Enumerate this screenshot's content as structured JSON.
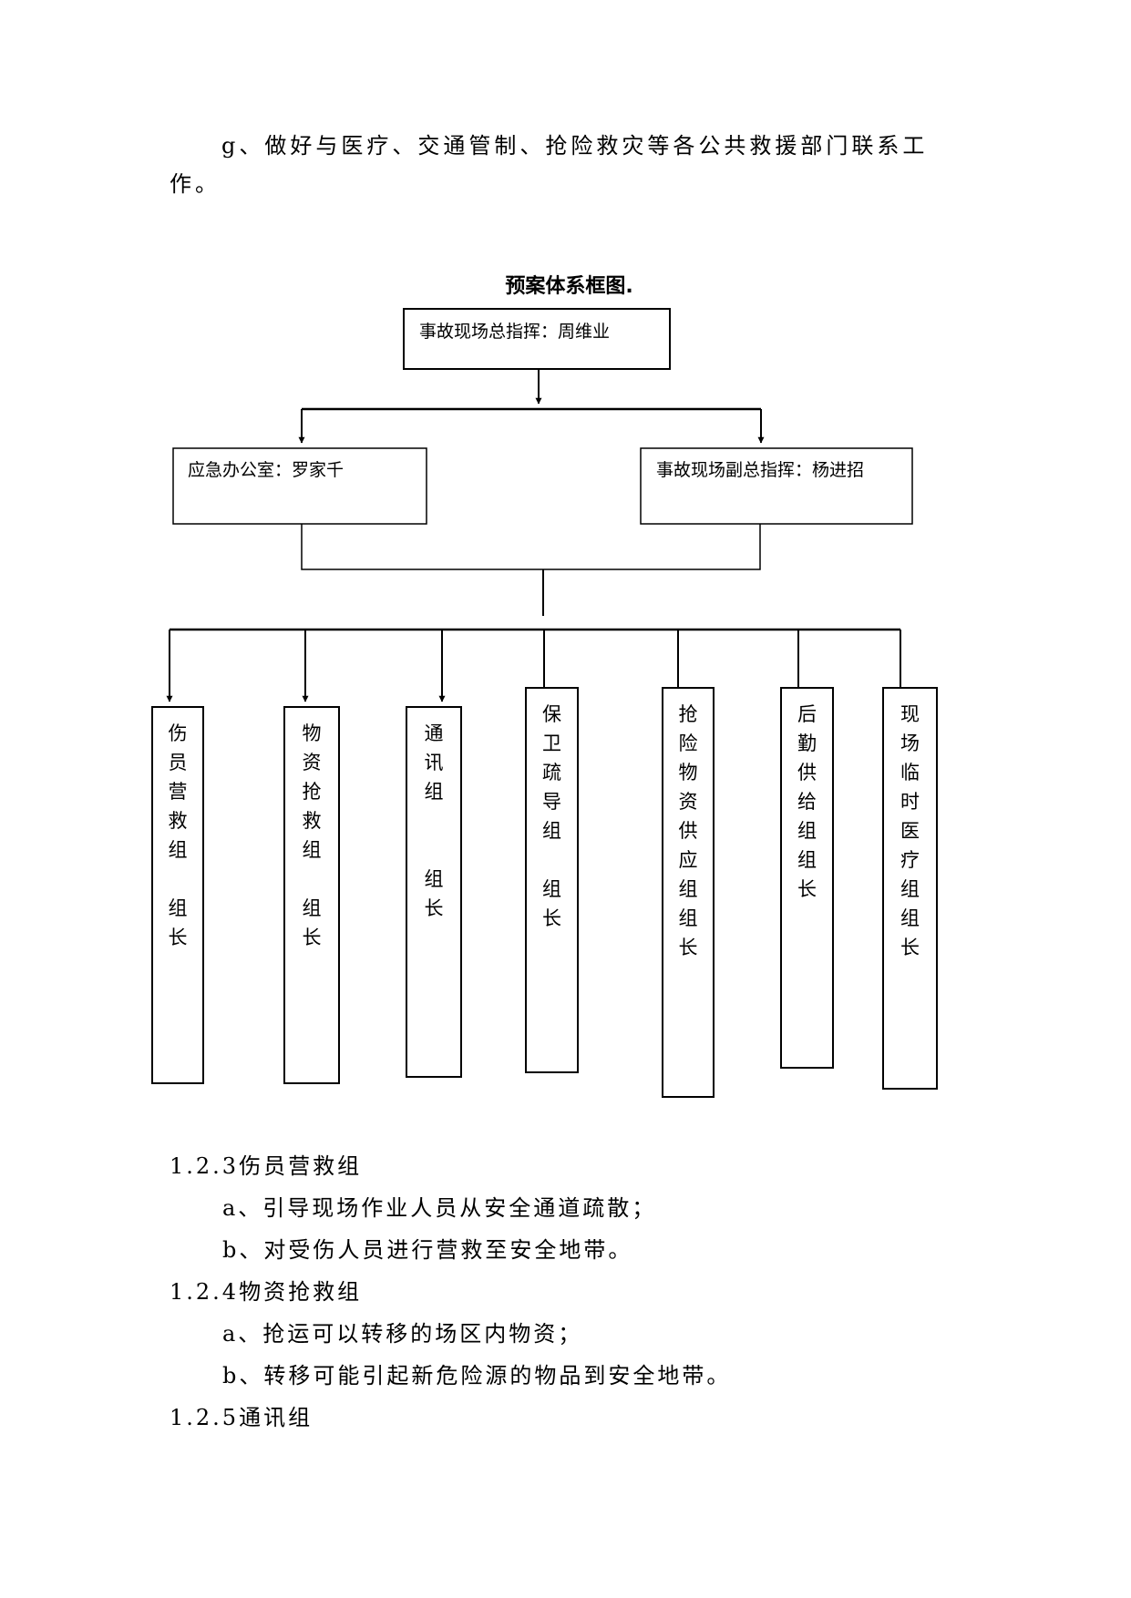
{
  "intro": {
    "line1": "g、做好与医疗、交通管制、抢险救灾等各公共救援部门联系工",
    "line2": "作。"
  },
  "diagram": {
    "title": "预案体系框图.",
    "commander": "事故现场总指挥：周维业",
    "office": "应急办公室：罗家千",
    "deputy": "事故现场副总指挥：杨进招",
    "groups": [
      "伤员营救组\n组长",
      "物资抢救组\n组长",
      "通讯组\n\n组长",
      "保卫疏导组\n组长",
      "抢险物资供应组组长",
      "后勤供给组组长",
      "现场临时医疗组组长"
    ]
  },
  "sections": [
    {
      "heading": "1.2.3伤员营救组",
      "items": [
        "a、引导现场作业人员从安全通道疏散；",
        "b、对受伤人员进行营救至安全地带。"
      ]
    },
    {
      "heading": "1.2.4物资抢救组",
      "items": [
        "a、抢运可以转移的场区内物资；",
        "b、转移可能引起新危险源的物品到安全地带。"
      ]
    },
    {
      "heading": "1.2.5通讯组",
      "items": []
    }
  ]
}
